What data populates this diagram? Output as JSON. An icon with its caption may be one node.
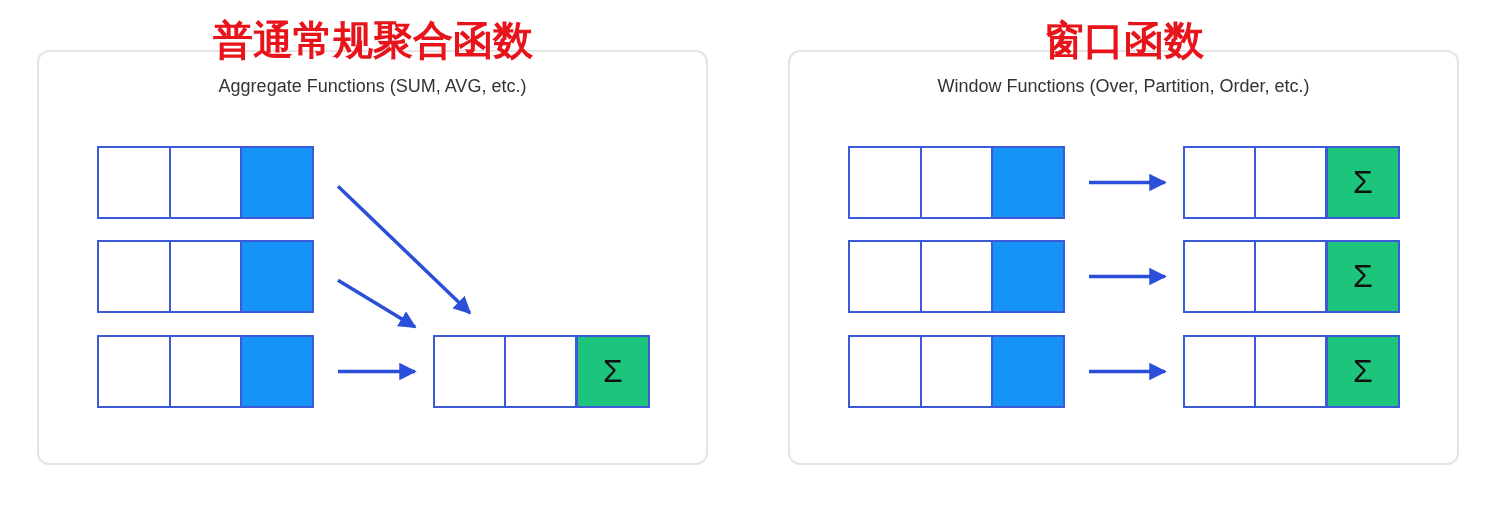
{
  "diagram": {
    "nodes": [
      {
        "text": [
          "普通常规聚合函数",
          "Aggregate Functions (SUM, AVG, etc.)"
        ]
      },
      {
        "text": [],
        "shape": "box",
        "in": 0
      },
      {
        "text": [],
        "shape": "box",
        "in": 0
      },
      {
        "text": [],
        "shape": "box",
        "in": 0
      },
      {
        "text": [],
        "shape": "box",
        "in": 0
      },
      {
        "text": [
          "Σ"
        ],
        "in": 4
      },
      {
        "text": [
          "窗口函数",
          "Window Functions (Over, Partition, Order, etc.)"
        ]
      },
      {
        "text": [],
        "shape": "box",
        "in": 6
      },
      {
        "text": [],
        "shape": "box",
        "in": 6
      },
      {
        "text": [],
        "shape": "box",
        "in": 6
      },
      {
        "text": [],
        "shape": "box",
        "in": 6
      },
      {
        "text": [],
        "shape": "box",
        "in": 6
      },
      {
        "text": [],
        "shape": "box",
        "in": 6
      },
      {
        "text": [
          "Σ"
        ],
        "in": 10
      },
      {
        "text": [
          "Σ"
        ],
        "in": 11
      },
      {
        "text": [
          "Σ"
        ],
        "in": 12
      }
    ],
    "edges": [
      {
        "from": 1,
        "to": 4,
        "arrow": "to"
      },
      {
        "from": 2,
        "to": 4,
        "arrow": "to"
      },
      {
        "from": 3,
        "to": 4,
        "arrow": "to"
      },
      {
        "from": 7,
        "to": 10,
        "arrow": "to"
      },
      {
        "from": 8,
        "to": 11,
        "arrow": "to"
      },
      {
        "from": 9,
        "to": 12,
        "arrow": "to"
      }
    ]
  }
}
